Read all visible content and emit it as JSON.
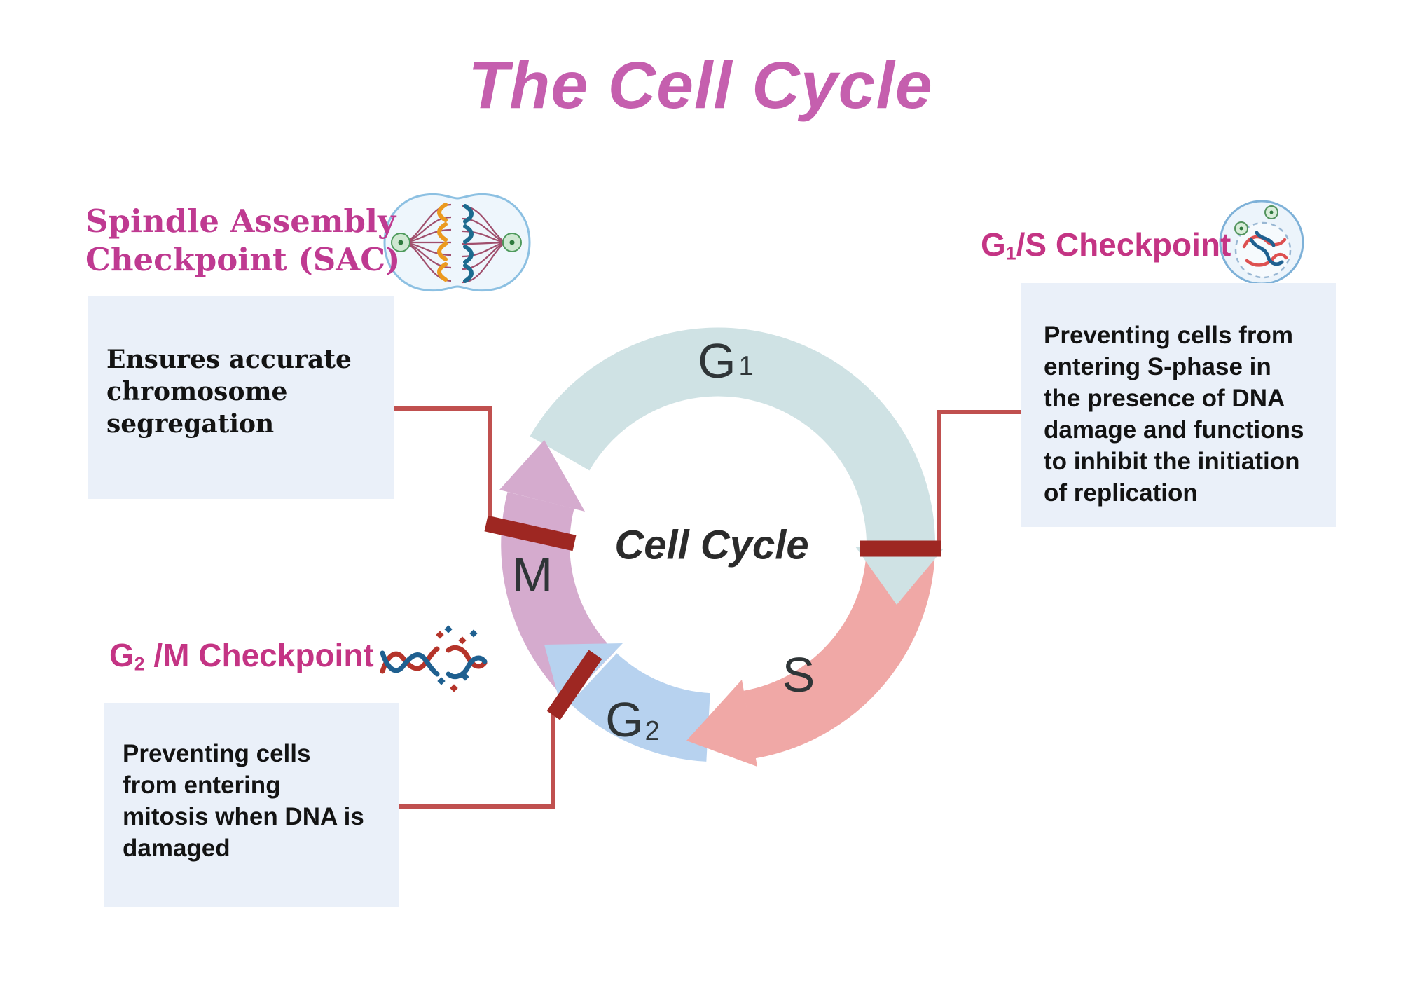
{
  "title": "The Cell Cycle",
  "ring": {
    "center_label": "Cell Cycle",
    "g1": {
      "pre": "G",
      "sub": "1"
    },
    "s": {
      "pre": "S",
      "sub": ""
    },
    "g2": {
      "pre": "G",
      "sub": "2"
    },
    "m": {
      "pre": "M",
      "sub": ""
    }
  },
  "checkpoints": {
    "sac": {
      "title_lines": [
        "Spindle Assembly",
        "Checkpoint (SAC)"
      ],
      "description_lines": [
        "Ensures accurate",
        "chromosome",
        "segregation"
      ],
      "icon": "mitotic-spindle-icon"
    },
    "g1s": {
      "title_pre": "G",
      "title_sub": "1",
      "title_post": "/S Checkpoint",
      "description_lines": [
        "Preventing cells from",
        "entering S-phase in",
        "the presence of DNA",
        "damage and functions",
        "to inhibit the initiation",
        "of replication"
      ],
      "icon": "cell-nucleus-icon"
    },
    "g2m": {
      "title_pre": "G",
      "title_sub": "2",
      "title_post": " /M Checkpoint",
      "description_lines": [
        "Preventing cells",
        "from entering",
        "mitosis when DNA is",
        "damaged"
      ],
      "icon": "damaged-dna-icon"
    }
  },
  "colors": {
    "title_pink": "#c55fae",
    "serif_label_pink": "#bf3a91",
    "sans_label_pink": "#c43484",
    "phase_g1_teal": "#cfe2e4",
    "phase_s_salmon": "#f0a8a6",
    "phase_g2_blue": "#b7d2ef",
    "phase_m_mauve": "#d5abce",
    "checkpoint_bar_maroon": "#9e2722",
    "connector_red": "#c0504f",
    "info_box_bg": "#eaf0f9",
    "box_text": "#131313",
    "phase_text": "#2f3537"
  }
}
